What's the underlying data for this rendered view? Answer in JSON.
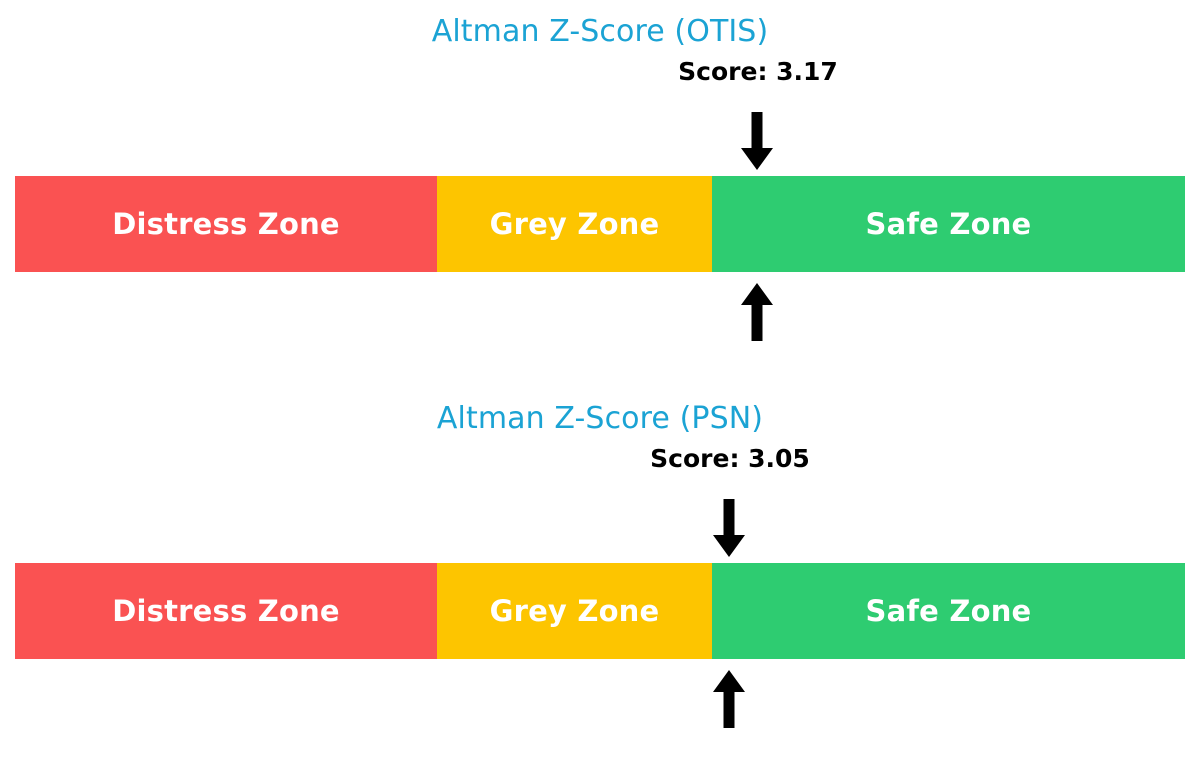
{
  "page": {
    "background_color": "#ffffff",
    "title_color": "#1ba3d4",
    "score_color": "#000000",
    "arrow_color": "#000000",
    "zone_label_color": "#ffffff"
  },
  "charts": [
    {
      "id": "otis",
      "title": "Altman Z-Score (OTIS)",
      "score_label": "Score: 3.17",
      "score_value": 3.17,
      "marker_position_pct": 63.4,
      "zones": [
        {
          "name": "distress",
          "label": "Distress Zone",
          "color": "#fa5252",
          "width_pct": 36.07
        },
        {
          "name": "grey",
          "label": "Grey Zone",
          "color": "#fdc500",
          "width_pct": 23.5
        },
        {
          "name": "safe",
          "label": "Safe Zone",
          "color": "#2ecc71",
          "width_pct": 40.43
        }
      ]
    },
    {
      "id": "psn",
      "title": "Altman Z-Score (PSN)",
      "score_label": "Score: 3.05",
      "score_value": 3.05,
      "marker_position_pct": 61.0,
      "zones": [
        {
          "name": "distress",
          "label": "Distress Zone",
          "color": "#fa5252",
          "width_pct": 36.07
        },
        {
          "name": "grey",
          "label": "Grey Zone",
          "color": "#fdc500",
          "width_pct": 23.5
        },
        {
          "name": "safe",
          "label": "Safe Zone",
          "color": "#2ecc71",
          "width_pct": 40.43
        }
      ]
    }
  ],
  "chart_data": {
    "type": "bar",
    "title": "Altman Z-Score zone indicators",
    "orientation": "horizontal",
    "charts": [
      {
        "title": "Altman Z-Score (OTIS)",
        "score": 3.17,
        "score_label": "Score: 3.17",
        "categories": [
          "Distress Zone",
          "Grey Zone",
          "Safe Zone"
        ],
        "values": [
          36.07,
          23.5,
          40.43
        ],
        "colors": [
          "#fa5252",
          "#fdc500",
          "#2ecc71"
        ],
        "marker_position_pct": 63.4,
        "marker_zone": "Safe Zone",
        "annotations": [
          "down-arrow above bar at score position",
          "up-arrow below bar at score position"
        ],
        "xlabel": "",
        "ylabel": "",
        "legend": "none",
        "grid": false
      },
      {
        "title": "Altman Z-Score (PSN)",
        "score": 3.05,
        "score_label": "Score: 3.05",
        "categories": [
          "Distress Zone",
          "Grey Zone",
          "Safe Zone"
        ],
        "values": [
          36.07,
          23.5,
          40.43
        ],
        "colors": [
          "#fa5252",
          "#fdc500",
          "#2ecc71"
        ],
        "marker_position_pct": 61.0,
        "marker_zone": "Safe Zone",
        "annotations": [
          "down-arrow above bar at score position",
          "up-arrow below bar at score position"
        ],
        "xlabel": "",
        "ylabel": "",
        "legend": "none",
        "grid": false
      }
    ]
  }
}
